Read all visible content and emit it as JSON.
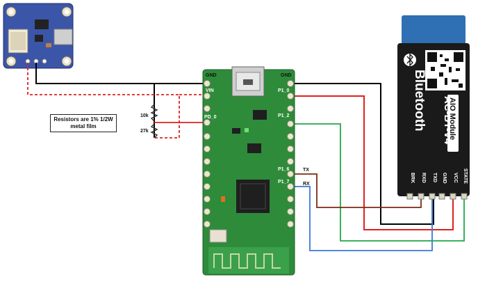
{
  "note": {
    "line1": "Resistors are 1% 1/2W",
    "line2": "metal film"
  },
  "resistors": {
    "r1": "10k",
    "r2": "27k"
  },
  "mcu_pins": {
    "gnd_left": "GND",
    "gnd_right": "GND",
    "vin": "VIN",
    "pd0": "PD_0",
    "p1_0": "P1_0",
    "p1_2": "P1_2",
    "p1_6": "P1_6",
    "p1_7": "P1_7"
  },
  "signals": {
    "tx": "TX",
    "rx": "RX"
  },
  "bt_module": {
    "brand": "Bluetooth",
    "model": "AC-BT-V4",
    "subtitle": "AIO Module",
    "pins": [
      "BRK",
      "RXD",
      "TXD",
      "GND",
      "VCC",
      "STATE"
    ]
  },
  "colors": {
    "wire_black": "#000000",
    "wire_red": "#e0201c",
    "wire_green": "#22a845",
    "wire_blue": "#3a78d6",
    "wire_brown": "#7a2a12",
    "pcb_green": "#2e8b3a",
    "bt_dark": "#1a1a1a",
    "bt_blue": "#2f6fb3"
  }
}
